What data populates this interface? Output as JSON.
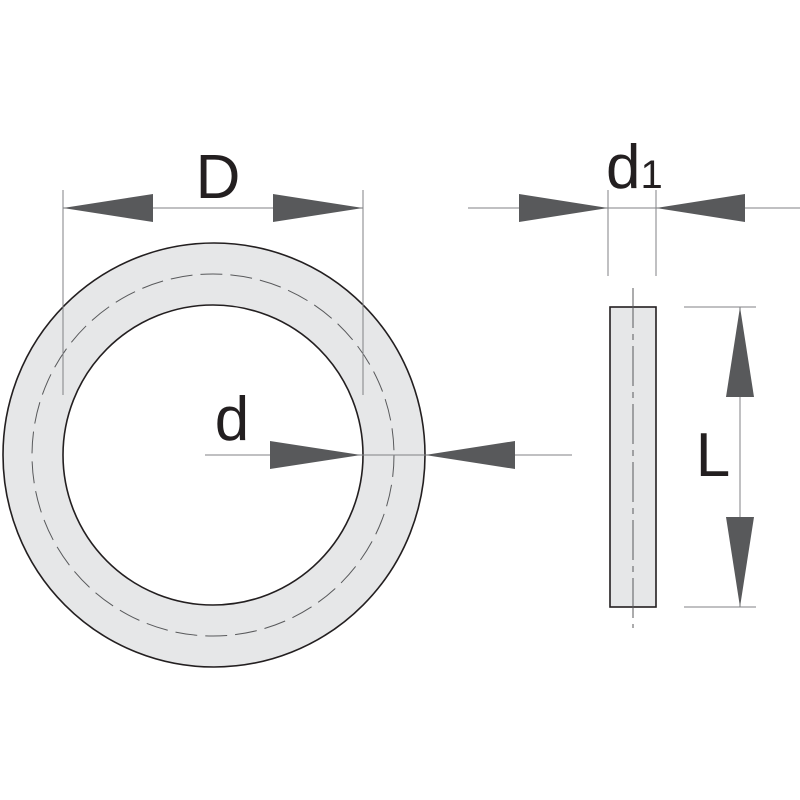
{
  "labels": {
    "outer_diameter": "D",
    "inner_diameter": "d",
    "thickness": "d",
    "thickness_subscript": "1",
    "length": "L"
  },
  "colors": {
    "part_fill": "#e6e7e8",
    "outline": "#231f20",
    "arrow": "#58595b",
    "dim_line": "#808285"
  }
}
